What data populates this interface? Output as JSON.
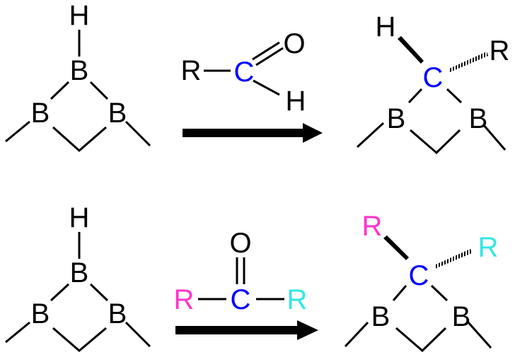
{
  "colors": {
    "atom": "#000000",
    "carbon": "#0000ff",
    "r1": "#ff33cc",
    "r2": "#33e6e6"
  },
  "reaction1": {
    "reactant": {
      "h": "H",
      "b_top": "B",
      "b_left": "B",
      "b_right": "B"
    },
    "reagent": {
      "r": "R",
      "c": "C",
      "o": "O",
      "h": "H"
    },
    "product": {
      "h": "H",
      "c": "C",
      "r": "R",
      "b_left": "B",
      "b_right": "B"
    }
  },
  "reaction2": {
    "reactant": {
      "h": "H",
      "b_top": "B",
      "b_left": "B",
      "b_right": "B"
    },
    "reagent": {
      "r_left": "R",
      "c": "C",
      "o": "O",
      "r_right": "R"
    },
    "product": {
      "r_wedge": "R",
      "c": "C",
      "r_hash": "R",
      "b_left": "B",
      "b_right": "B"
    }
  }
}
